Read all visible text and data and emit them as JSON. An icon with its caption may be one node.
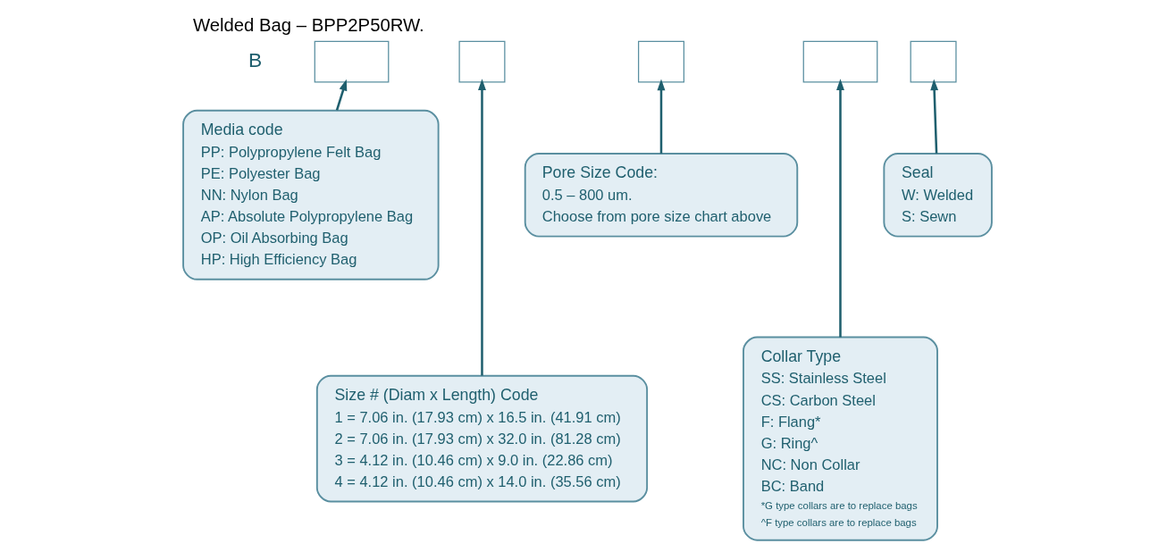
{
  "diagram": {
    "title": "Welded Bag – BPP2P50RW.",
    "nodes": [
      {
        "text": [],
        "shape": "box"
      },
      {
        "text": [],
        "shape": "box"
      },
      {
        "text": [],
        "shape": "box"
      },
      {
        "text": [],
        "shape": "box"
      },
      {
        "text": [],
        "shape": "box"
      },
      {
        "text": [
          "Media code",
          "PP: Polypropylene Felt Bag",
          "PE: Polyester Bag",
          "NN: Nylon Bag",
          "AP: Absolute Polypropylene Bag",
          "OP: Oil Absorbing Bag",
          "HP: High Efficiency Bag"
        ]
      },
      {
        "text": [
          "Pore Size Code:",
          "0.5 – 800 um.",
          "Choose from pore size chart above"
        ]
      },
      {
        "text": [
          "Seal",
          "W: Welded",
          "S: Sewn"
        ]
      },
      {
        "text": [
          "Size # (Diam x Length) Code",
          "1 = 7.06 in. (17.93 cm) x 16.5 in. (41.91 cm)",
          "2 = 7.06 in. (17.93 cm) x 32.0 in. (81.28 cm)",
          "3 = 4.12 in. (10.46 cm) x 9.0 in. (22.86 cm)",
          "4 = 4.12 in. (10.46 cm) x 14.0 in. (35.56 cm)"
        ]
      },
      {
        "text": [
          "Collar Type",
          "SS: Stainless Steel",
          "CS: Carbon Steel",
          "F: Flang*",
          "G: Ring^",
          "NC: Non Collar",
          "BC: Band",
          "*G type collars are to replace bags",
          "^F type collars are to replace bags"
        ]
      }
    ],
    "edges": [
      {
        "from": 5,
        "to": 0,
        "arrow": "to"
      },
      {
        "from": 8,
        "to": 1,
        "arrow": "to"
      },
      {
        "from": 6,
        "to": 2,
        "arrow": "to"
      },
      {
        "from": 9,
        "to": 3,
        "arrow": "to"
      },
      {
        "from": 7,
        "to": 4,
        "arrow": "to"
      }
    ],
    "labels": [
      "B"
    ]
  }
}
